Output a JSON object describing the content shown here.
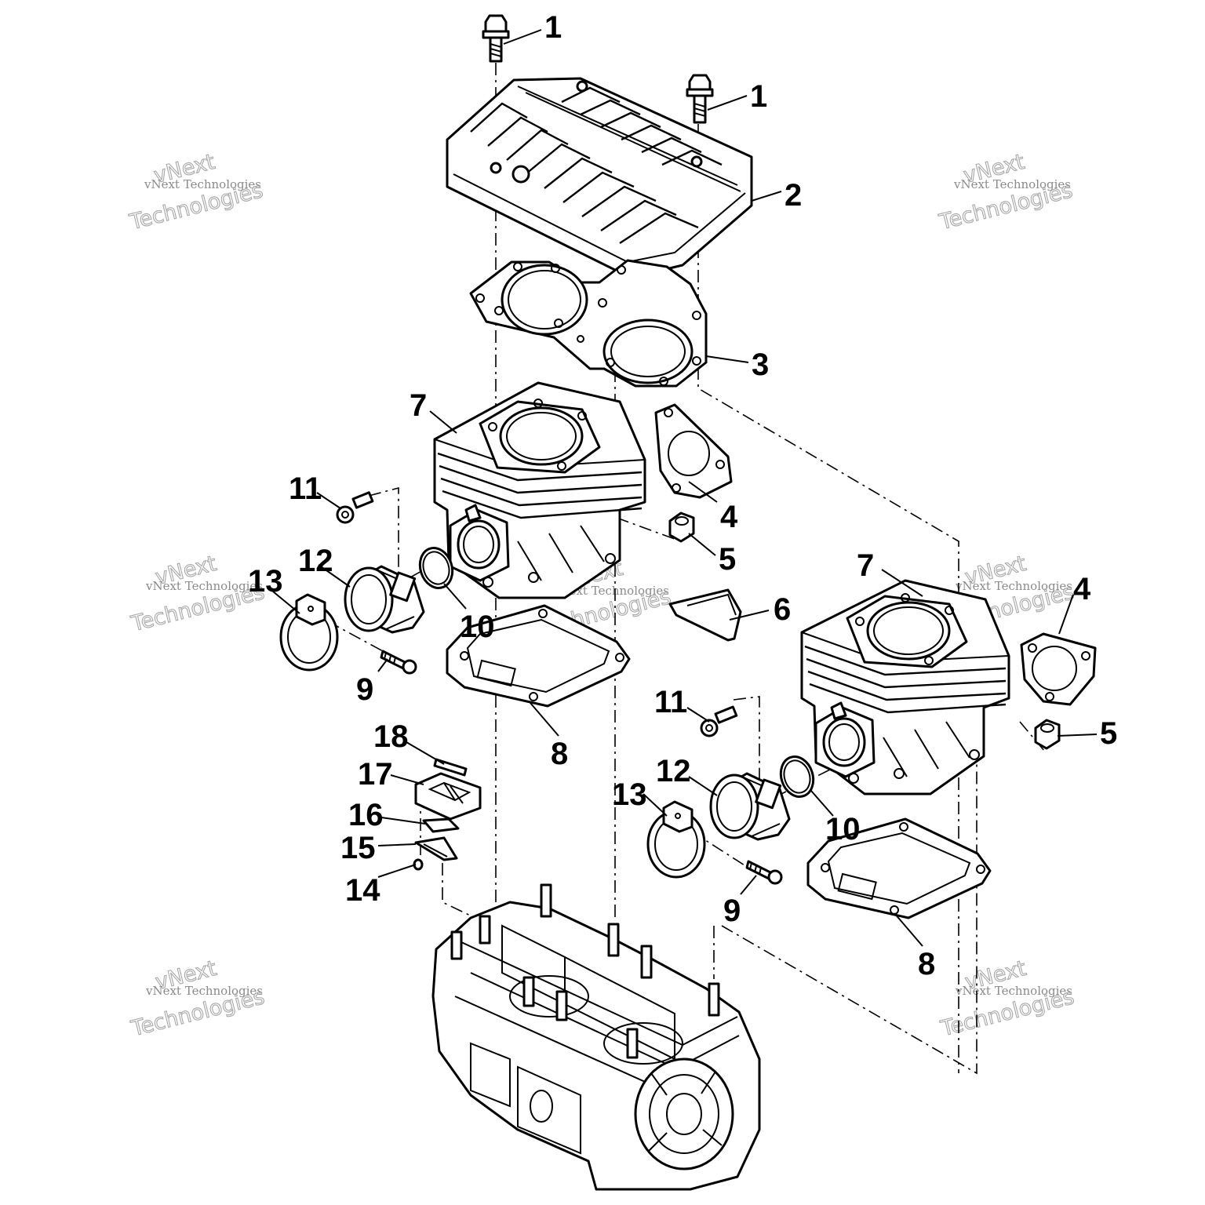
{
  "watermark": {
    "line_small": "vNext Technologies",
    "line_big_1": "vNext",
    "line_big_2": "Technologies"
  },
  "callouts": [
    {
      "id": "c1a",
      "label": "1"
    },
    {
      "id": "c1b",
      "label": "1"
    },
    {
      "id": "c2",
      "label": "2"
    },
    {
      "id": "c3",
      "label": "3"
    },
    {
      "id": "c7a",
      "label": "7"
    },
    {
      "id": "c4a",
      "label": "4"
    },
    {
      "id": "c5a",
      "label": "5"
    },
    {
      "id": "c11a",
      "label": "11"
    },
    {
      "id": "c12a",
      "label": "12"
    },
    {
      "id": "c13a",
      "label": "13"
    },
    {
      "id": "c10a",
      "label": "10"
    },
    {
      "id": "c9a",
      "label": "9"
    },
    {
      "id": "c8a",
      "label": "8"
    },
    {
      "id": "c6",
      "label": "6"
    },
    {
      "id": "c7b",
      "label": "7"
    },
    {
      "id": "c4b",
      "label": "4"
    },
    {
      "id": "c5b",
      "label": "5"
    },
    {
      "id": "c11b",
      "label": "11"
    },
    {
      "id": "c12b",
      "label": "12"
    },
    {
      "id": "c13b",
      "label": "13"
    },
    {
      "id": "c10b",
      "label": "10"
    },
    {
      "id": "c9b",
      "label": "9"
    },
    {
      "id": "c8b",
      "label": "8"
    },
    {
      "id": "c18",
      "label": "18"
    },
    {
      "id": "c17",
      "label": "17"
    },
    {
      "id": "c16",
      "label": "16"
    },
    {
      "id": "c15",
      "label": "15"
    },
    {
      "id": "c14",
      "label": "14"
    }
  ]
}
